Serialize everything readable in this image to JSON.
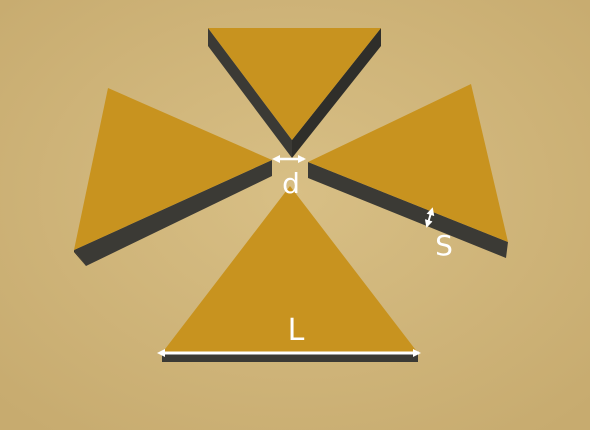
{
  "labels": {
    "gap": "d",
    "side_length": "L",
    "spacing": "S"
  },
  "colors": {
    "background": "#cfb57a",
    "triangle_face": "#c8931f",
    "triangle_edge": "#3b3a35",
    "annotation": "#ffffff"
  }
}
